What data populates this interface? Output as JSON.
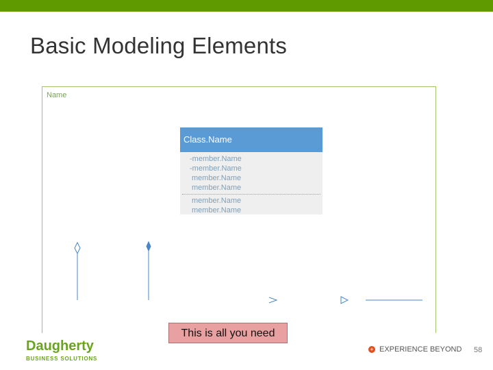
{
  "slide": {
    "title": "Basic Modeling Elements",
    "frame_label": "Name",
    "callout": "This is all you need",
    "page_number": "58"
  },
  "class_box": {
    "name": "Class.Name",
    "attributes": [
      "-member.Name",
      "-member.Name",
      "member.Name",
      "member.Name"
    ],
    "operations": [
      "member.Name",
      "member.Name"
    ]
  },
  "footer": {
    "logo": "Daugherty",
    "logo_sub": "BUSINESS SOLUTIONS",
    "tagline": "EXPERIENCE BEYOND",
    "tagline_icon": "+"
  },
  "colors": {
    "topbar": "#5f9a00",
    "class_header": "#5b9bd5",
    "frame_border": "#9cc46a",
    "callout_bg": "#e8a0a0",
    "connector": "#4a86c5",
    "brand": "#6aa31d"
  }
}
